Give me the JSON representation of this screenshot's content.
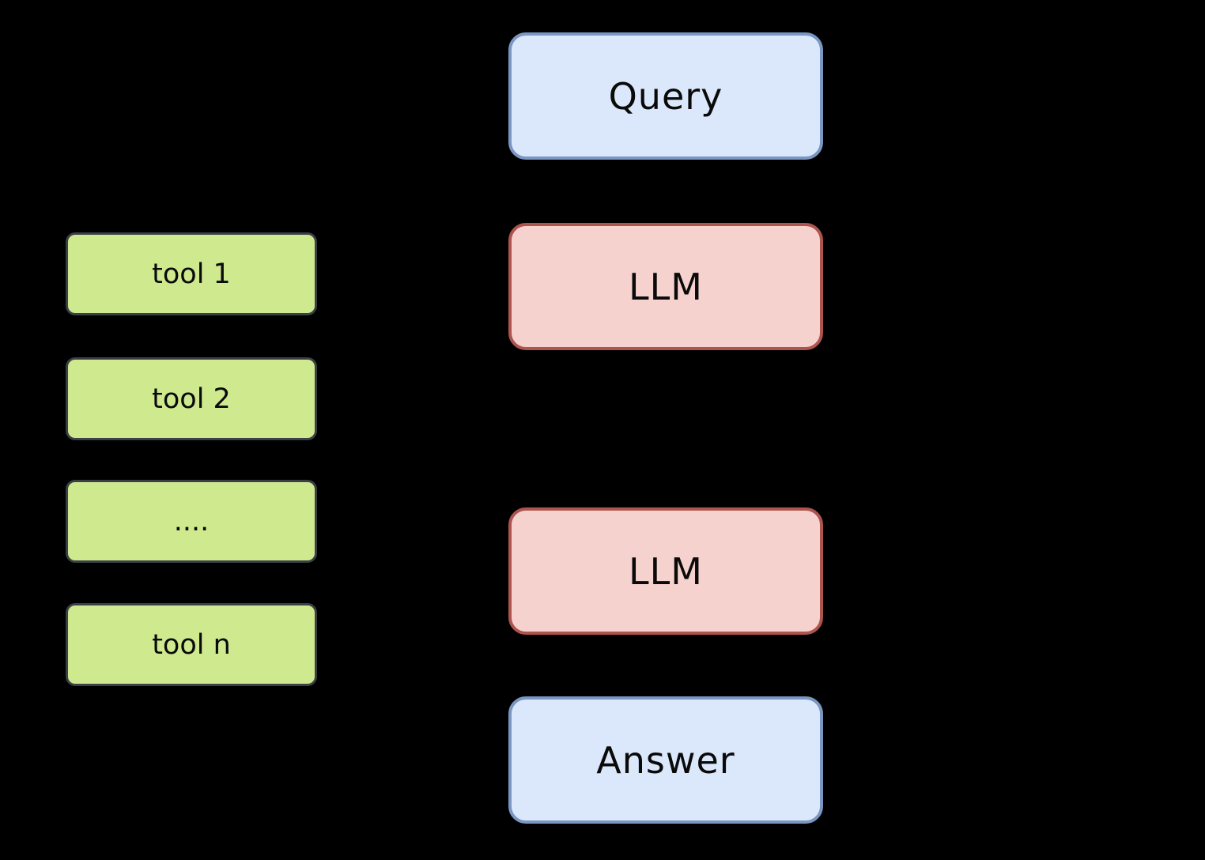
{
  "colors": {
    "bg": "#000000",
    "io_fill": "#dbe7fa",
    "io_border": "#7a96c2",
    "llm_fill": "#f6d2ce",
    "llm_border": "#ac544d",
    "tool_fill": "#cfe98e",
    "tool_border": "#3a4045",
    "text": "#0a0a0a"
  },
  "flow": {
    "query": {
      "label": "Query"
    },
    "llm_top": {
      "label": "LLM"
    },
    "llm_bottom": {
      "label": "LLM"
    },
    "answer": {
      "label": "Answer"
    }
  },
  "tools": {
    "tool1": {
      "label": "tool 1"
    },
    "tool2": {
      "label": "tool 2"
    },
    "tool_more": {
      "label": "...."
    },
    "tool_n": {
      "label": "tool n"
    }
  }
}
